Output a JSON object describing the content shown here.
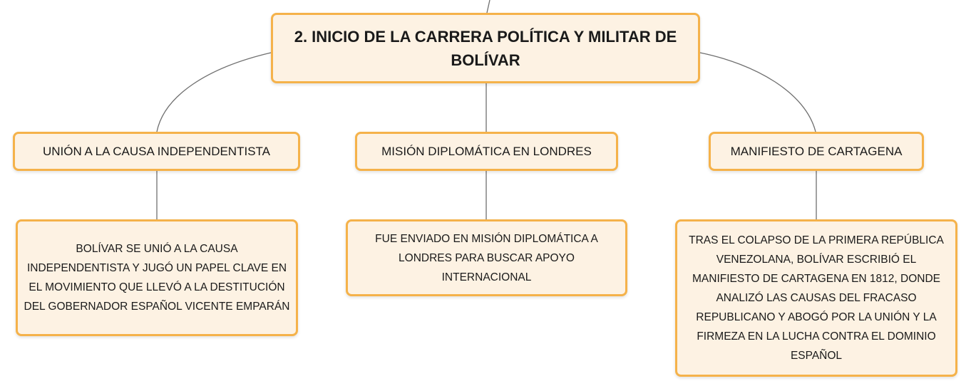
{
  "diagram": {
    "root": {
      "title": "2. INICIO DE LA CARRERA POLÍTICA Y MILITAR DE BOLÍVAR"
    },
    "topics": [
      {
        "label": "UNIÓN A LA CAUSA INDEPENDENTISTA",
        "detail": "BOLÍVAR SE UNIÓ A LA CAUSA INDEPENDENTISTA Y JUGÓ UN PAPEL CLAVE EN EL MOVIMIENTO QUE LLEVÓ A LA DESTITUCIÓN DEL GOBERNADOR ESPAÑOL VICENTE EMPARÁN"
      },
      {
        "label": "MISIÓN DIPLOMÁTICA EN LONDRES",
        "detail": "FUE ENVIADO EN MISIÓN DIPLOMÁTICA A LONDRES PARA BUSCAR APOYO INTERNACIONAL"
      },
      {
        "label": "MANIFIESTO DE CARTAGENA",
        "detail": "TRAS EL COLAPSO DE LA PRIMERA REPÚBLICA VENEZOLANA, BOLÍVAR ESCRIBIÓ EL MANIFIESTO DE CARTAGENA EN 1812, DONDE ANALIZÓ LAS CAUSAS DEL FRACASO REPUBLICANO Y ABOGÓ POR LA UNIÓN Y LA FIRMEZA EN LA LUCHA CONTRA EL DOMINIO ESPAÑOL"
      }
    ],
    "colors": {
      "node_fill": "#fdf2e3",
      "node_border": "#f5b24a",
      "connector": "#6f6f6f"
    }
  }
}
